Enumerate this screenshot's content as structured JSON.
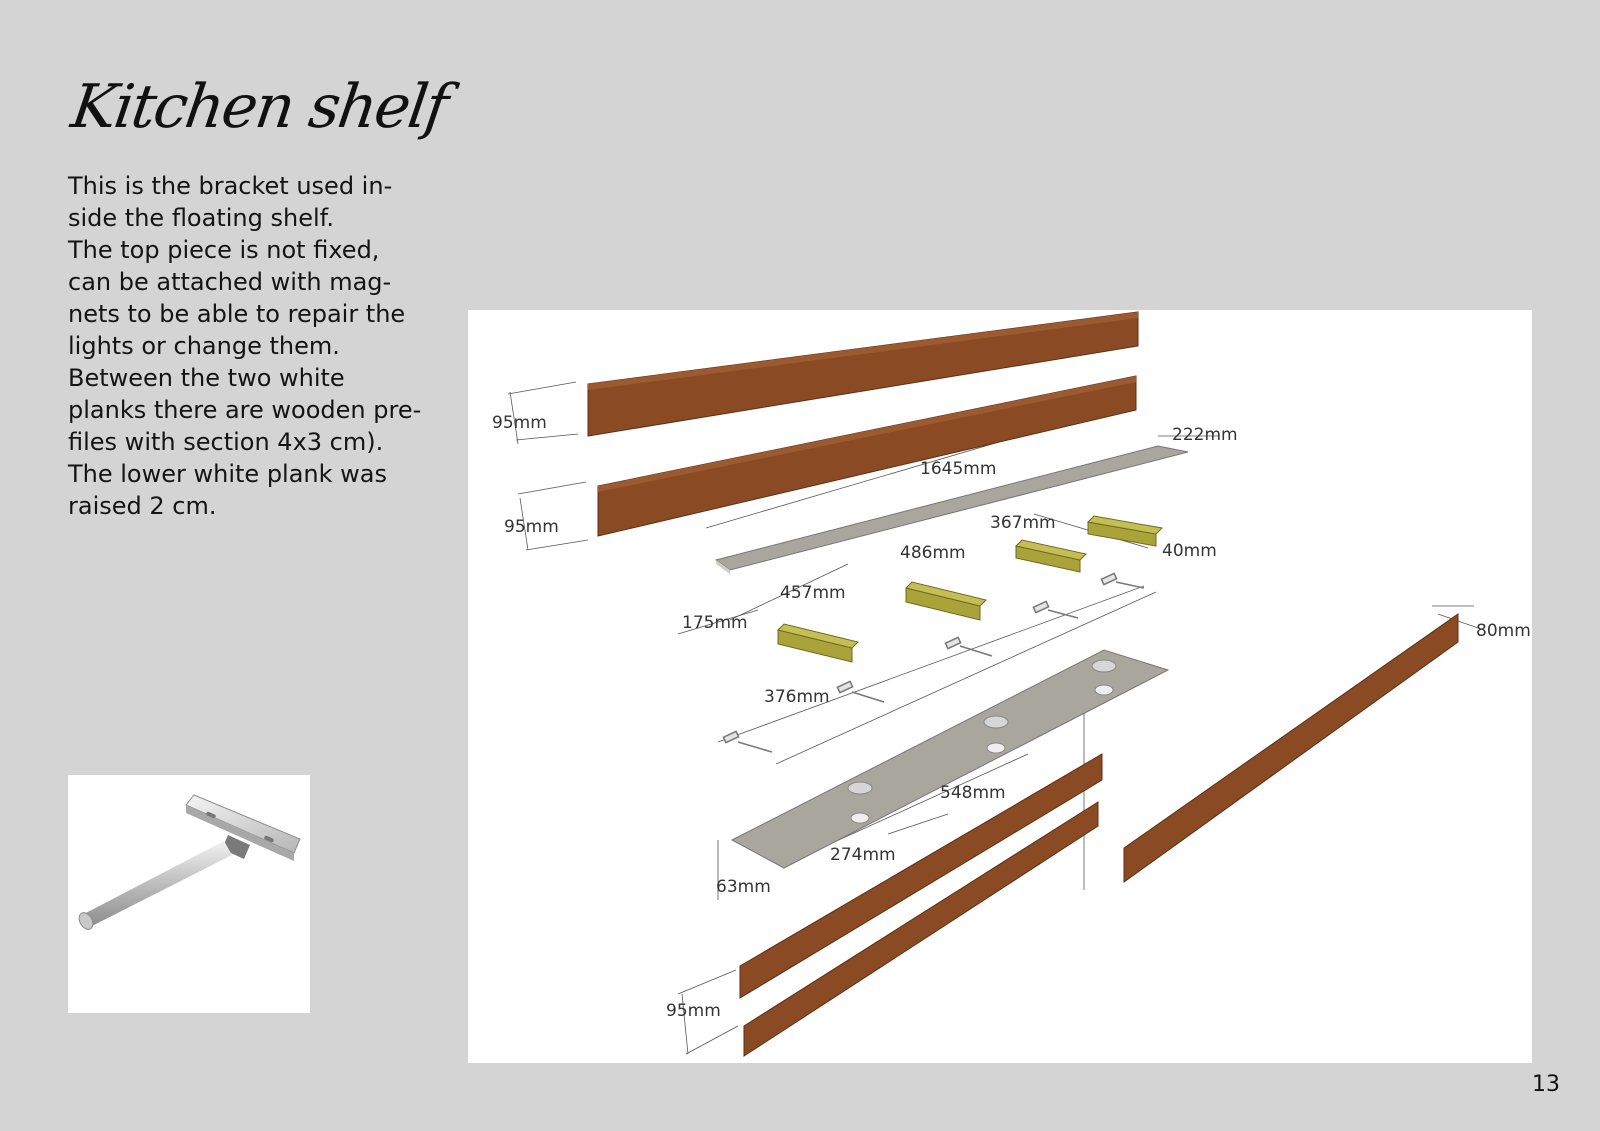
{
  "page": {
    "title": "Kitchen shelf",
    "body_lines": [
      "This is the bracket used in-",
      "side the floating shelf.",
      "The top piece is not fixed,",
      "can be attached with mag-",
      "nets to be able to repair the",
      "lights or change them.",
      "Between the two white",
      "planks there are wooden pre-",
      "files with section 4x3 cm).",
      "The lower white plank was",
      "raised 2 cm."
    ],
    "page_number": "13"
  },
  "drawing": {
    "dimensions": {
      "top_plank_height": "95mm",
      "second_plank_height": "95mm",
      "shelf_length": "1645mm",
      "shelf_depth": "222mm",
      "spacing_367": "367mm",
      "block_width": "40mm",
      "spacing_486": "486mm",
      "spacing_457": "457mm",
      "offset_175": "175mm",
      "side_height": "80mm",
      "spacing_376": "376mm",
      "spacing_548": "548mm",
      "spacing_274": "274mm",
      "bottom_offset": "63mm",
      "bottom_plank_height": "95mm"
    },
    "colors": {
      "wood": "#8a4a24",
      "wood_dark": "#5e2f14",
      "plate": "#a9a69e",
      "block": "#a9a33a"
    }
  }
}
